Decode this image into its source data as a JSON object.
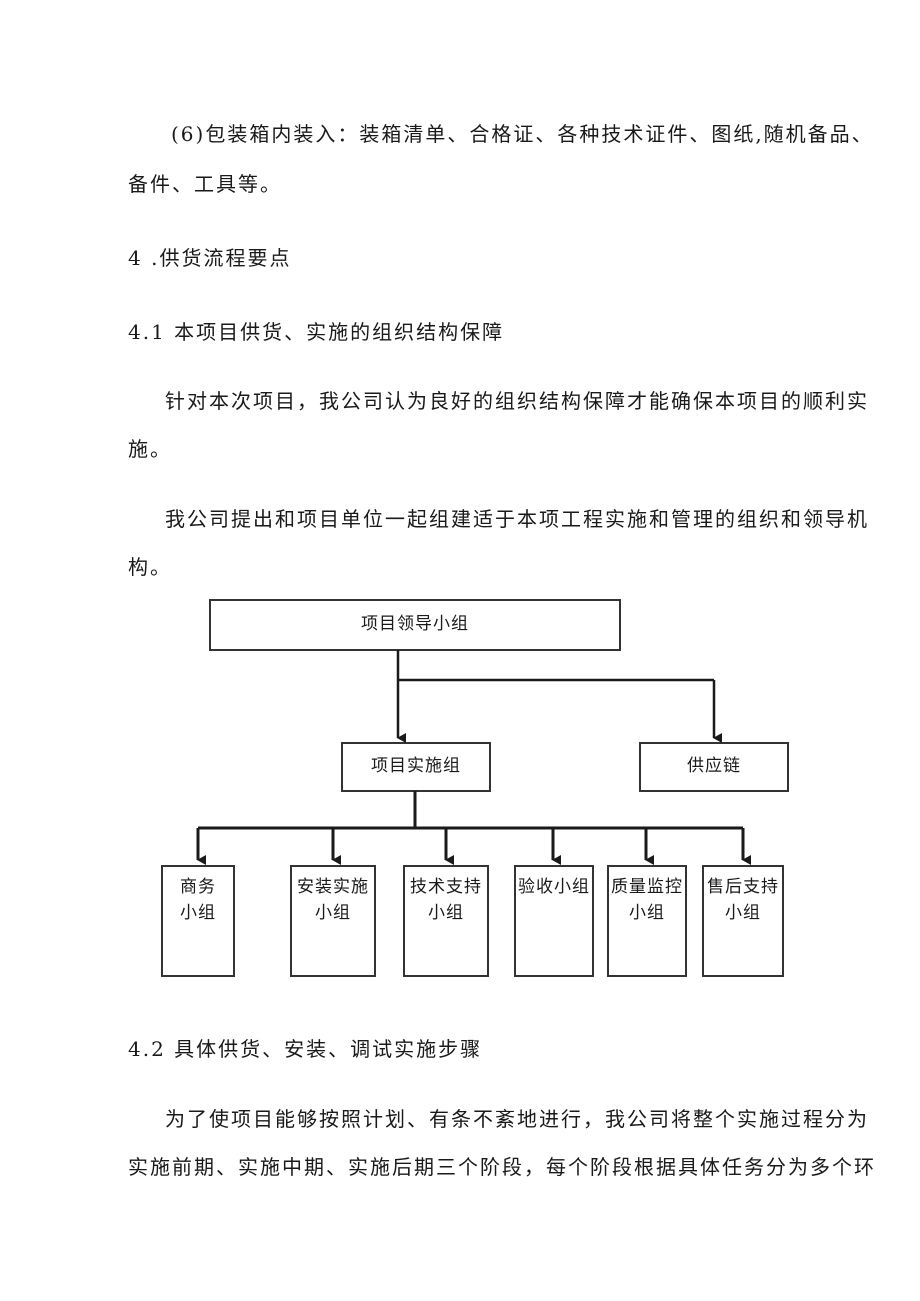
{
  "paragraphs": {
    "p1_line1": "(6)包装箱内装入：装箱清单、合格证、各种技术证件、图纸,随机备品、",
    "p1_line2": "备件、工具等。",
    "section4": "4  .供货流程要点",
    "section41": "4.1  本项目供货、实施的组织结构保障",
    "p2_line1": "针对本次项目，我公司认为良好的组织结构保障才能确保本项目的顺利实",
    "p2_line2": "施。",
    "p3_line1": "我公司提出和项目单位一起组建适于本项工程实施和管理的组织和领导机",
    "p3_line2": "构。",
    "section42": "4.2  具体供货、安装、调试实施步骤",
    "p4_line1": "为了使项目能够按照计划、有条不紊地进行，我公司将整个实施过程分为",
    "p4_line2": "实施前期、实施中期、实施后期三个阶段，每个阶段根据具体任务分为多个环"
  },
  "org_chart": {
    "root": "项目领导小组",
    "impl_group": "项目实施组",
    "supply_chain": "供应链",
    "subgroups": [
      {
        "l1": "商务",
        "l2": "小组"
      },
      {
        "l1": "安装实施",
        "l2": "小组"
      },
      {
        "l1": "技术支持",
        "l2": "小组"
      },
      {
        "l1": "验收小组",
        "l2": ""
      },
      {
        "l1": "质量监控",
        "l2": "小组"
      },
      {
        "l1": "售后支持",
        "l2": "小组"
      }
    ]
  }
}
